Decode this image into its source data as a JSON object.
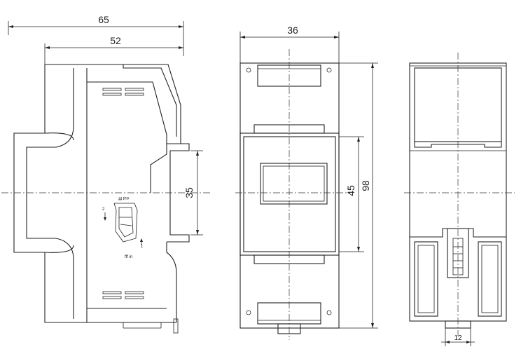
{
  "dimensions": {
    "side_total_width": "65",
    "side_body_width": "52",
    "side_rail_height": "35",
    "front_width": "36",
    "front_window_height": "45",
    "front_total_height": "98",
    "back_terminal_width": "12"
  },
  "labels": {
    "terminal_out": "out fff",
    "terminal_in": "fff in",
    "arrow_2": "2",
    "arrow_1": "1"
  }
}
